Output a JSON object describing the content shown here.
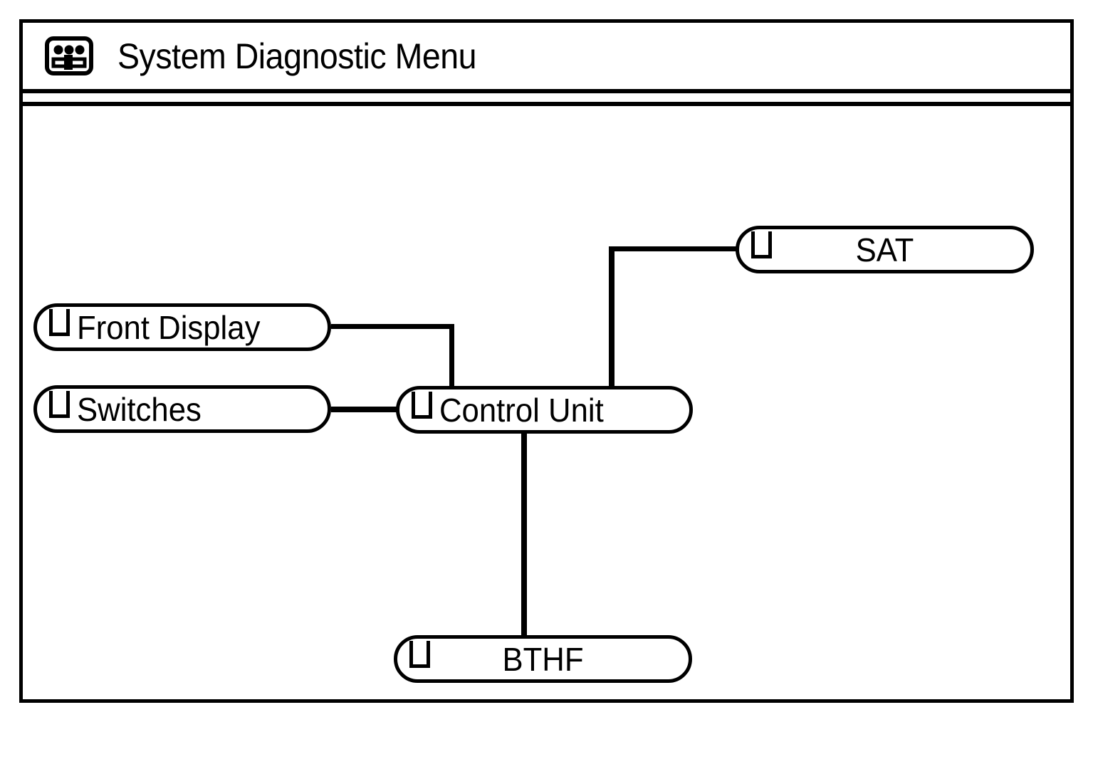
{
  "window": {
    "title": "System Diagnostic Menu",
    "title_icon": "diagnostic-panel-icon"
  },
  "diagram": {
    "type": "node-link",
    "nodes": [
      {
        "id": "front-display",
        "label": "Front Display",
        "icon": "module-icon",
        "label_align": "left"
      },
      {
        "id": "switches",
        "label": "Switches",
        "icon": "module-icon",
        "label_align": "left"
      },
      {
        "id": "control-unit",
        "label": "Control Unit",
        "icon": "module-icon",
        "label_align": "left"
      },
      {
        "id": "sat",
        "label": "SAT",
        "icon": "module-icon",
        "label_align": "center"
      },
      {
        "id": "bthf",
        "label": "BTHF",
        "icon": "module-icon",
        "label_align": "center"
      }
    ],
    "links": [
      {
        "from": "front-display",
        "to": "control-unit",
        "style": "elbow"
      },
      {
        "from": "switches",
        "to": "control-unit",
        "style": "straight"
      },
      {
        "from": "sat",
        "to": "control-unit",
        "style": "elbow"
      },
      {
        "from": "control-unit",
        "to": "bthf",
        "style": "straight"
      }
    ]
  },
  "colors": {
    "stroke": "#000000",
    "background": "#ffffff"
  }
}
